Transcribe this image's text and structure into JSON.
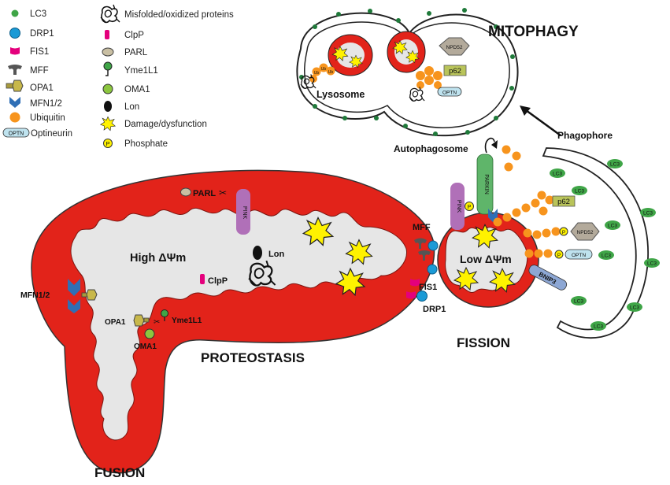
{
  "legend": {
    "lc3": "LC3",
    "drp1": "DRP1",
    "fis1": "FIS1",
    "mff": "MFF",
    "opa1": "OPA1",
    "mfn": "MFN1/2",
    "ubiquitin": "Ubiquitin",
    "optineurin_abbr": "OPTN",
    "optineurin": "Optineurin",
    "misfolded": "Misfolded/oxidized proteins",
    "clpp": "ClpP",
    "parl": "PARL",
    "yme1l1": "Yme1L1",
    "oma1": "OMA1",
    "lon": "Lon",
    "damage": "Damage/dysfunction",
    "phosphate_abbr": "P",
    "phosphate": "Phosphate"
  },
  "headings": {
    "mitophagy": "MITOPHAGY",
    "proteostasis": "PROTEOSTASIS",
    "fission": "FISSION",
    "fusion": "FUSION"
  },
  "autophagy": {
    "lysosome": "Lysosome",
    "autophagosome": "Autophagosome",
    "phagophore": "Phagophore",
    "npd52": "NPD52",
    "p62": "p62",
    "optn": "OPTN",
    "ub": "Ub"
  },
  "mito": {
    "high_potential": "High ΔΨm",
    "low_potential": "Low ΔΨm",
    "parl": "PARL",
    "pink": "PINK",
    "lon": "Lon",
    "clpp": "ClpP",
    "mfn": "MFN1/2",
    "opa1": "OPA1",
    "yme1l1": "Yme1L1",
    "oma1": "OMA1",
    "mff": "MFF",
    "fis1": "FIS1",
    "drp1": "DRP1"
  },
  "fission_mito": {
    "pink": "PINK",
    "parkin": "PARKIN",
    "p62": "p62",
    "npd52": "NPD52",
    "optn": "OPTN",
    "bnip3": "BNIP3",
    "phosphate": "P",
    "lc3": "LC3"
  },
  "colors": {
    "mito_red": "#e2231a",
    "matrix_grey": "#e6e6e6",
    "lc3_green": "#3fa547",
    "drp1_blue": "#1a9ad6",
    "ubiquitin_orange": "#f7941d",
    "damage_yellow": "#fff200",
    "pink_purple": "#b070b8",
    "parkin_green": "#5fb56a",
    "clpp_magenta": "#e4007c",
    "bnip3_blue": "#8da7d4"
  }
}
